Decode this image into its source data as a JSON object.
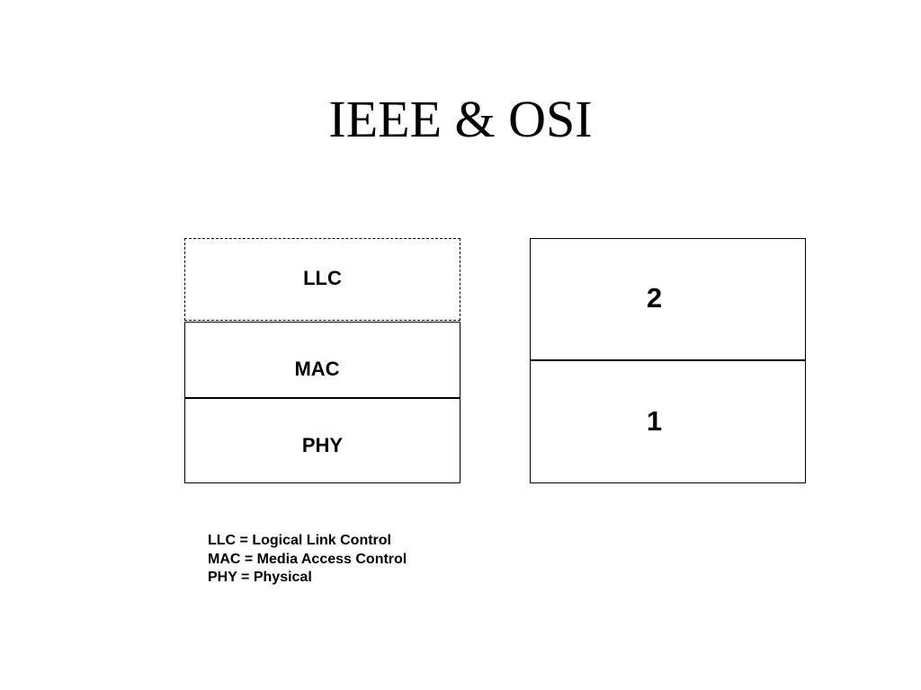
{
  "title": "IEEE & OSI",
  "ieee_stack": {
    "layers": [
      {
        "label": "LLC",
        "border": "dashed"
      },
      {
        "label": "MAC",
        "border": "solid"
      },
      {
        "label": "PHY",
        "border": "solid"
      }
    ]
  },
  "osi_stack": {
    "layers": [
      {
        "label": "2"
      },
      {
        "label": "1"
      }
    ]
  },
  "legend": [
    "LLC = Logical Link Control",
    "MAC = Media Access Control",
    "PHY = Physical"
  ],
  "colors": {
    "background": "#ffffff",
    "foreground": "#000000"
  }
}
